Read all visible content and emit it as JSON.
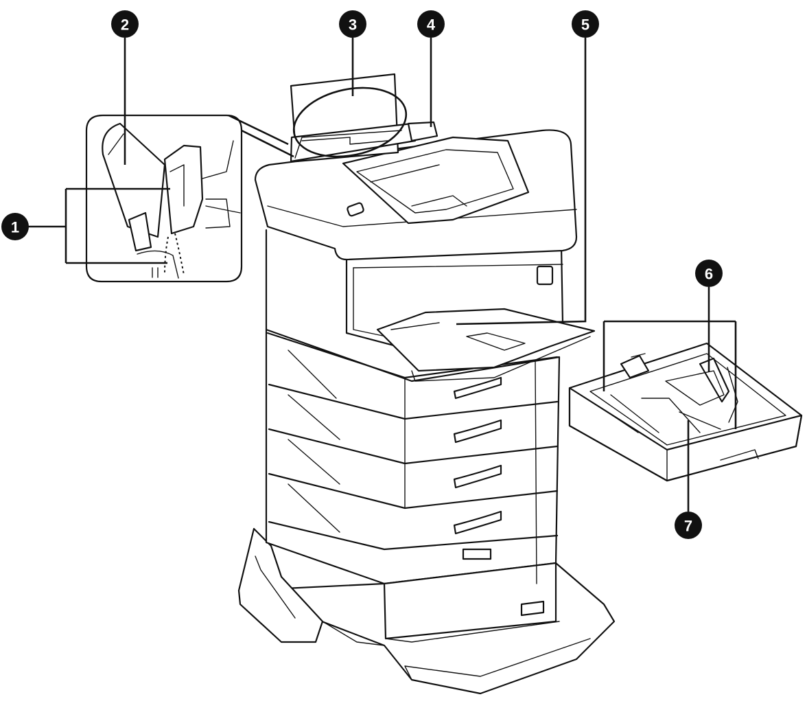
{
  "callouts": [
    {
      "id": "c1",
      "number": "1"
    },
    {
      "id": "c2",
      "number": "2"
    },
    {
      "id": "c3",
      "number": "3"
    },
    {
      "id": "c4",
      "number": "4"
    },
    {
      "id": "c5",
      "number": "5"
    },
    {
      "id": "c6",
      "number": "6"
    },
    {
      "id": "c7",
      "number": "7"
    }
  ],
  "colors": {
    "ink": "#111111",
    "paper": "#ffffff"
  }
}
